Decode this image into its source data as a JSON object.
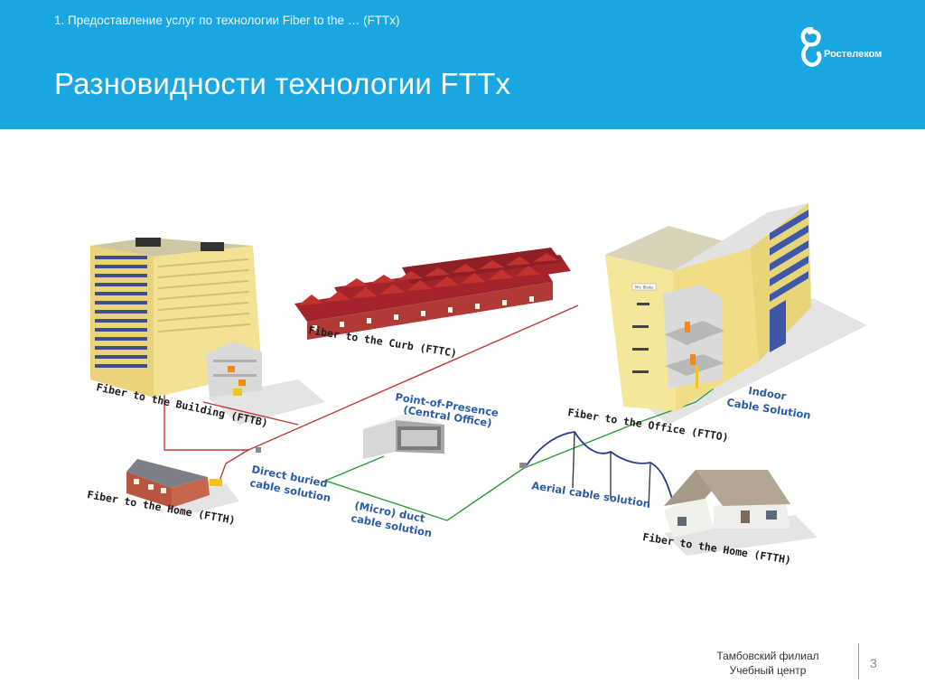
{
  "header": {
    "breadcrumb": "1.  Предоставление услуг по технологии Fiber to the … (FTTx)",
    "title": "Разновидности технологии FTTx",
    "logo_text": "Ростелеком"
  },
  "diagram": {
    "labels": {
      "fttb": "Fiber to the Building (FTTB)",
      "fttc": "Fiber to the Curb (FTTC)",
      "ftth_left": "Fiber to the Home (FTTH)",
      "ftto": "Fiber to the Office (FTTO)",
      "ftth_right": "Fiber to the Home (FTTH)",
      "pop_line1": "Point-of-Presence",
      "pop_line2": "(Central Office)",
      "direct_line1": "Direct buried",
      "direct_line2": "cable solution",
      "duct_line1": "(Micro) duct",
      "duct_line2": "cable solution",
      "aerial": "Aerial cable solution",
      "indoor_line1": "Indoor",
      "indoor_line2": "Cable Solution",
      "office_sign": "Mrc Bbsbs"
    },
    "colors": {
      "red_cable": "#c0393b",
      "green_cable": "#2e9b3a",
      "aerial_cable": "#2a3b8f",
      "building_yellow": "#f2e08a",
      "roof_red": "#a3242b"
    }
  },
  "footer": {
    "line1": "Тамбовский филиал",
    "line2": "Учебный центр",
    "page_number": "3"
  }
}
